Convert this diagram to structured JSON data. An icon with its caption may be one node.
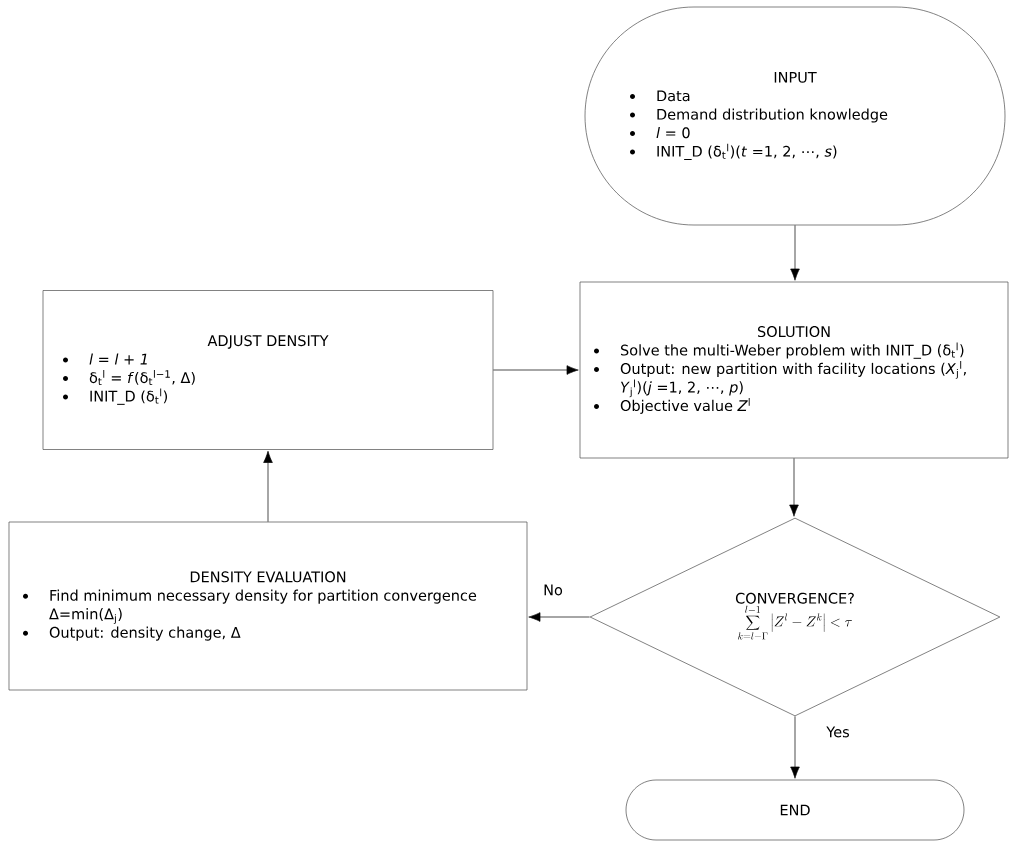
{
  "diagram": {
    "nodes": [
      {
        "text": [
          "INPUT",
          "Data",
          "Demand distribution knowledge",
          "*l* = 0",
          "INIT_D (δ$_{t}$$^{l}$)(*t* =1, 2, ⋯, *s*)"
        ]
      },
      {
        "text": [
          "ADJUST DENSITY",
          "*l* = *l* + *1*",
          "δ$_{t}$$^{l}$ = *f*(δ$_{t}$$^{l−1}$, Δ)",
          "INIT_D (δ$_{t}$$^{l}$)"
        ]
      },
      {
        "text": [
          "SOLUTION",
          "Solve the multi-Weber problem with INIT_D (δ$_{t}$$^{l}$)",
          "Output: new partition with facility locations (*X*$_{j}$$^{l}$, *Y*$_{j}$$^{l}$)(*j* =1, 2, ⋯, *p*)",
          "Objective value *Z*$^{l}$"
        ]
      },
      {
        "text": [
          "DENSITY EVALUATION",
          "Find minimum necessary density for partition convergence Δ=min(Δ$_{j}$)",
          "Output: density change, Δ"
        ]
      },
      {
        "text": [
          "CONVERGENCE?",
          "\\sum_{k=l-\\Gamma}^{l-1}\\left|Z^{l}-Z^{k}\\right|<\\tau"
        ]
      },
      {
        "text": [
          "END"
        ]
      }
    ],
    "edges": [
      {
        "from": 0,
        "to": 2,
        "arrow": "to"
      },
      {
        "from": 1,
        "to": 2,
        "arrow": "to"
      },
      {
        "from": 2,
        "to": 4,
        "arrow": "to"
      },
      {
        "from": 4,
        "to": 3,
        "arrow": "to",
        "label": "No"
      },
      {
        "from": 3,
        "to": 1,
        "arrow": "to"
      },
      {
        "from": 4,
        "to": 5,
        "arrow": "to",
        "label": "Yes"
      }
    ]
  }
}
